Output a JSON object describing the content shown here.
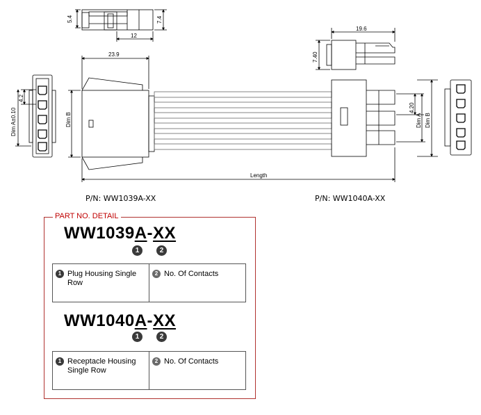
{
  "drawing": {
    "dims": {
      "small_height": "5.4",
      "small_height2": "7.4",
      "small_width": "12",
      "plug_length": "23.9",
      "recept_length": "19.6",
      "recept_height": "7.40",
      "pitch_left": "4.2",
      "dim_a_left": "Dim A±0.10",
      "dim_b_left": "Dim B",
      "pitch_right": "4.20",
      "dim_a_right": "Dim A",
      "dim_b_right": "Dim B",
      "length": "Length"
    },
    "part_numbers": {
      "plug": "P/N: WW1039A-XX",
      "receptacle": "P/N: WW1040A-XX"
    }
  },
  "detail": {
    "title": "PART NO. DETAIL",
    "accent_color": "#c00000",
    "items": [
      {
        "prefix": "WW1039",
        "code_a": "A",
        "dash": "-",
        "code_xx": "XX",
        "marker1": "1",
        "marker2": "2",
        "desc1": "Plug Housing Single Row",
        "desc2": "No. Of Contacts"
      },
      {
        "prefix": "WW1040",
        "code_a": "A",
        "dash": "-",
        "code_xx": "XX",
        "marker1": "1",
        "marker2": "2",
        "desc1": "Receptacle Housing Single Row",
        "desc2": "No. Of Contacts"
      }
    ]
  }
}
